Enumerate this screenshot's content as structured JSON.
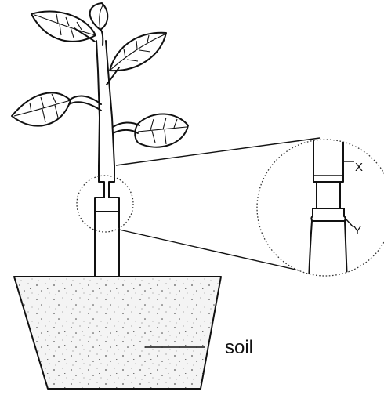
{
  "labels": {
    "x": "X",
    "y": "Y",
    "soil": "soil"
  }
}
